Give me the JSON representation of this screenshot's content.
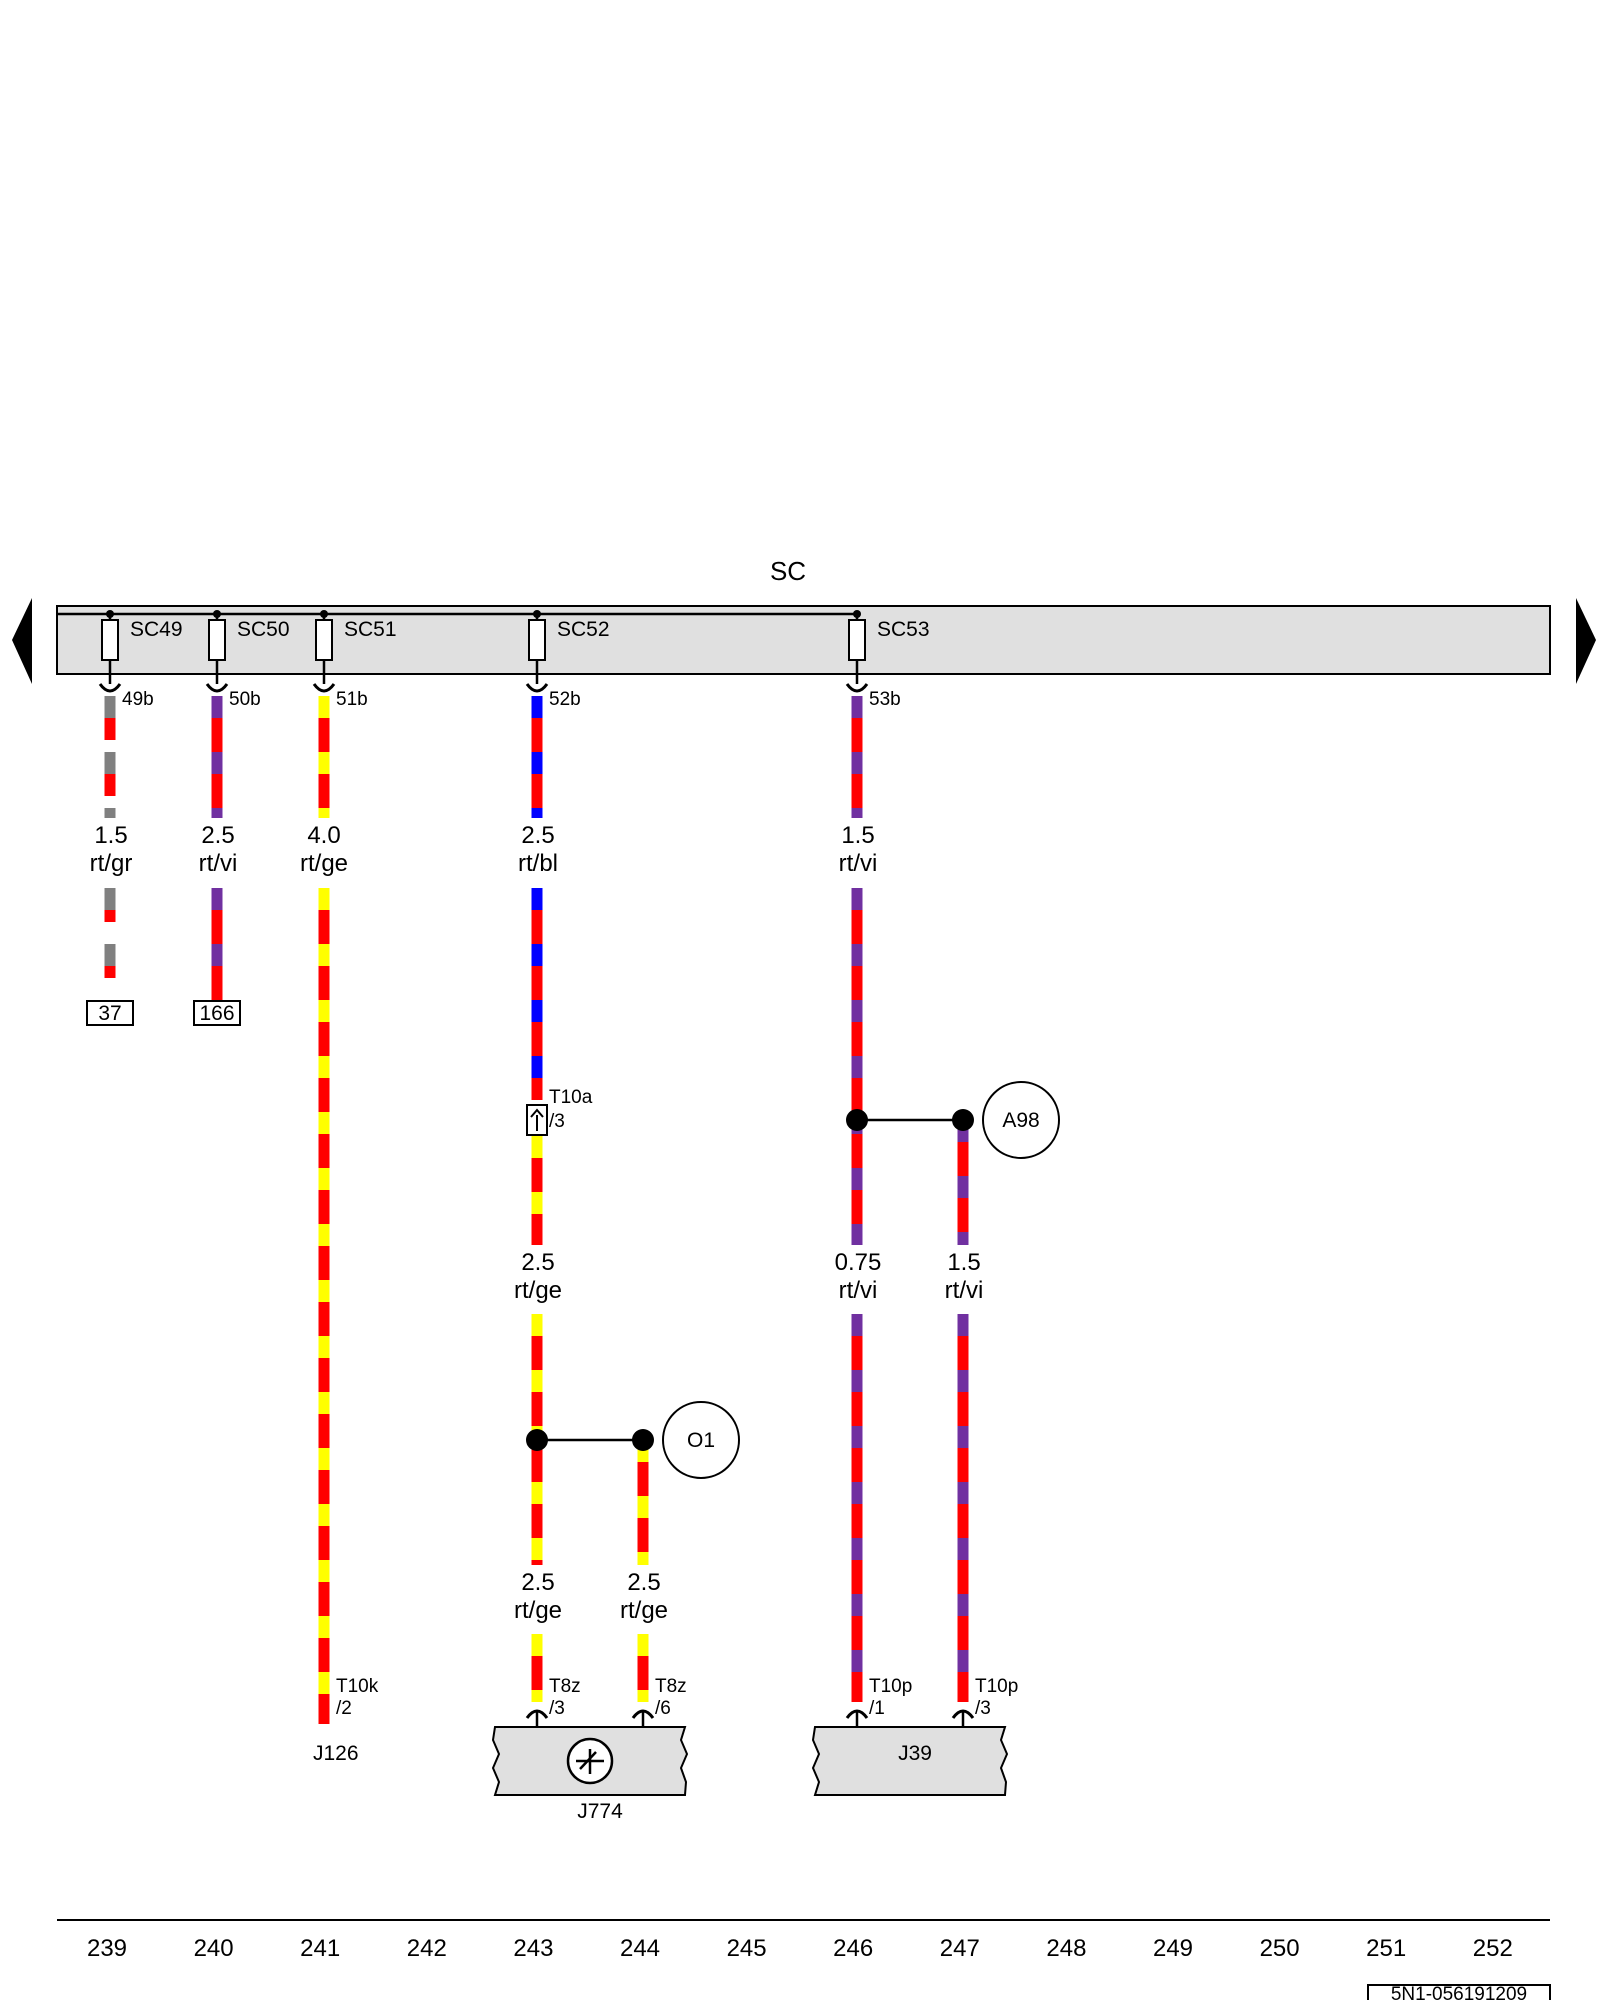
{
  "bus": {
    "title": "SC",
    "fuses": [
      "SC49",
      "SC50",
      "SC51",
      "SC52",
      "SC53"
    ],
    "fuse_outputs": [
      "49b",
      "50b",
      "51b",
      "52b",
      "53b"
    ]
  },
  "wires": {
    "w49": {
      "gauge": "1.5",
      "color": "rt/gr"
    },
    "w50": {
      "gauge": "2.5",
      "color": "rt/vi"
    },
    "w51": {
      "gauge": "4.0",
      "color": "rt/ge"
    },
    "w52": {
      "gauge": "2.5",
      "color": "rt/bl"
    },
    "w53": {
      "gauge": "1.5",
      "color": "rt/vi"
    },
    "w243a": {
      "gauge": "2.5",
      "color": "rt/ge"
    },
    "w243b": {
      "gauge": "2.5",
      "color": "rt/ge"
    },
    "w244": {
      "gauge": "2.5",
      "color": "rt/ge"
    },
    "w246": {
      "gauge": "0.75",
      "color": "rt/vi"
    },
    "w247": {
      "gauge": "1.5",
      "color": "rt/vi"
    }
  },
  "refs": {
    "r37": "37",
    "r166": "166"
  },
  "connectors": {
    "t10a": {
      "name": "T10a",
      "pin": "/3"
    },
    "t10k": {
      "name": "T10k",
      "pin": "/2"
    },
    "t8z_3": {
      "name": "T8z",
      "pin": "/3"
    },
    "t8z_6": {
      "name": "T8z",
      "pin": "/6"
    },
    "t10p_1": {
      "name": "T10p",
      "pin": "/1"
    },
    "t10p_3": {
      "name": "T10p",
      "pin": "/3"
    }
  },
  "splices": {
    "o1": "O1",
    "a98": "A98"
  },
  "components": {
    "j126": "J126",
    "j774": "J774",
    "j39": "J39"
  },
  "colors": {
    "rt": "#ff0000",
    "gr": "#808080",
    "vi": "#7030a0",
    "ge": "#ffff00",
    "bl": "#0000ff",
    "bus_fill": "#e0e0e0"
  },
  "footer": {
    "columns": [
      "239",
      "240",
      "241",
      "242",
      "243",
      "244",
      "245",
      "246",
      "247",
      "248",
      "249",
      "250",
      "251",
      "252"
    ],
    "doc_id": "5N1-056191209"
  }
}
